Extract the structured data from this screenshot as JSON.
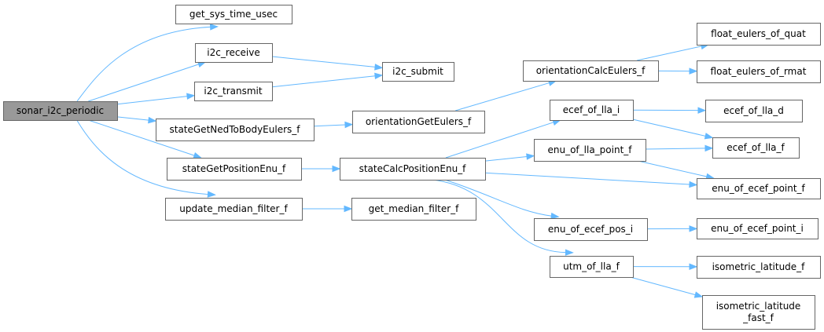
{
  "diagram": {
    "type": "call-graph",
    "colors": {
      "edge": "#63b8ff",
      "node_border": "#666666",
      "root_fill": "#999999",
      "node_fill": "#ffffff",
      "text": "#000000"
    },
    "nodes": [
      {
        "id": "sonar_i2c_periodic",
        "lines": [
          "sonar_i2c_periodic"
        ],
        "root": true
      },
      {
        "id": "get_sys_time_usec",
        "lines": [
          "get_sys_time_usec"
        ]
      },
      {
        "id": "i2c_receive",
        "lines": [
          "i2c_receive"
        ]
      },
      {
        "id": "i2c_transmit",
        "lines": [
          "i2c_transmit"
        ]
      },
      {
        "id": "i2c_submit",
        "lines": [
          "i2c_submit"
        ]
      },
      {
        "id": "stateGetNedToBodyEulers_f",
        "lines": [
          "stateGetNedToBodyEulers_f"
        ]
      },
      {
        "id": "orientationGetEulers_f",
        "lines": [
          "orientationGetEulers_f"
        ]
      },
      {
        "id": "orientationCalcEulers_f",
        "lines": [
          "orientationCalcEulers_f"
        ]
      },
      {
        "id": "float_eulers_of_quat",
        "lines": [
          "float_eulers_of_quat"
        ]
      },
      {
        "id": "float_eulers_of_rmat",
        "lines": [
          "float_eulers_of_rmat"
        ]
      },
      {
        "id": "stateGetPositionEnu_f",
        "lines": [
          "stateGetPositionEnu_f"
        ]
      },
      {
        "id": "stateCalcPositionEnu_f",
        "lines": [
          "stateCalcPositionEnu_f"
        ]
      },
      {
        "id": "ecef_of_lla_i",
        "lines": [
          "ecef_of_lla_i"
        ]
      },
      {
        "id": "ecef_of_lla_d",
        "lines": [
          "ecef_of_lla_d"
        ]
      },
      {
        "id": "ecef_of_lla_f",
        "lines": [
          "ecef_of_lla_f"
        ]
      },
      {
        "id": "enu_of_lla_point_f",
        "lines": [
          "enu_of_lla_point_f"
        ]
      },
      {
        "id": "enu_of_ecef_point_f",
        "lines": [
          "enu_of_ecef_point_f"
        ]
      },
      {
        "id": "enu_of_ecef_pos_i",
        "lines": [
          "enu_of_ecef_pos_i"
        ]
      },
      {
        "id": "enu_of_ecef_point_i",
        "lines": [
          "enu_of_ecef_point_i"
        ]
      },
      {
        "id": "utm_of_lla_f",
        "lines": [
          "utm_of_lla_f"
        ]
      },
      {
        "id": "isometric_latitude_f",
        "lines": [
          "isometric_latitude_f"
        ]
      },
      {
        "id": "isometric_latitude_fast_f",
        "lines": [
          "isometric_latitude",
          "_fast_f"
        ]
      },
      {
        "id": "update_median_filter_f",
        "lines": [
          "update_median_filter_f"
        ]
      },
      {
        "id": "get_median_filter_f",
        "lines": [
          "get_median_filter_f"
        ]
      }
    ],
    "edges": [
      {
        "from": "sonar_i2c_periodic",
        "to": "get_sys_time_usec"
      },
      {
        "from": "sonar_i2c_periodic",
        "to": "i2c_receive"
      },
      {
        "from": "sonar_i2c_periodic",
        "to": "i2c_transmit"
      },
      {
        "from": "sonar_i2c_periodic",
        "to": "stateGetNedToBodyEulers_f"
      },
      {
        "from": "sonar_i2c_periodic",
        "to": "stateGetPositionEnu_f"
      },
      {
        "from": "sonar_i2c_periodic",
        "to": "update_median_filter_f"
      },
      {
        "from": "i2c_receive",
        "to": "i2c_submit"
      },
      {
        "from": "i2c_transmit",
        "to": "i2c_submit"
      },
      {
        "from": "stateGetNedToBodyEulers_f",
        "to": "orientationGetEulers_f"
      },
      {
        "from": "orientationGetEulers_f",
        "to": "orientationCalcEulers_f"
      },
      {
        "from": "orientationCalcEulers_f",
        "to": "float_eulers_of_quat"
      },
      {
        "from": "orientationCalcEulers_f",
        "to": "float_eulers_of_rmat"
      },
      {
        "from": "stateGetPositionEnu_f",
        "to": "stateCalcPositionEnu_f"
      },
      {
        "from": "stateCalcPositionEnu_f",
        "to": "ecef_of_lla_i"
      },
      {
        "from": "stateCalcPositionEnu_f",
        "to": "enu_of_lla_point_f"
      },
      {
        "from": "stateCalcPositionEnu_f",
        "to": "enu_of_ecef_point_f"
      },
      {
        "from": "stateCalcPositionEnu_f",
        "to": "enu_of_ecef_pos_i"
      },
      {
        "from": "stateCalcPositionEnu_f",
        "to": "utm_of_lla_f"
      },
      {
        "from": "ecef_of_lla_i",
        "to": "ecef_of_lla_d"
      },
      {
        "from": "ecef_of_lla_i",
        "to": "ecef_of_lla_f"
      },
      {
        "from": "enu_of_lla_point_f",
        "to": "ecef_of_lla_f"
      },
      {
        "from": "enu_of_lla_point_f",
        "to": "enu_of_ecef_point_f"
      },
      {
        "from": "enu_of_ecef_pos_i",
        "to": "enu_of_ecef_point_i"
      },
      {
        "from": "utm_of_lla_f",
        "to": "isometric_latitude_f"
      },
      {
        "from": "utm_of_lla_f",
        "to": "isometric_latitude_fast_f"
      },
      {
        "from": "update_median_filter_f",
        "to": "get_median_filter_f"
      }
    ]
  }
}
